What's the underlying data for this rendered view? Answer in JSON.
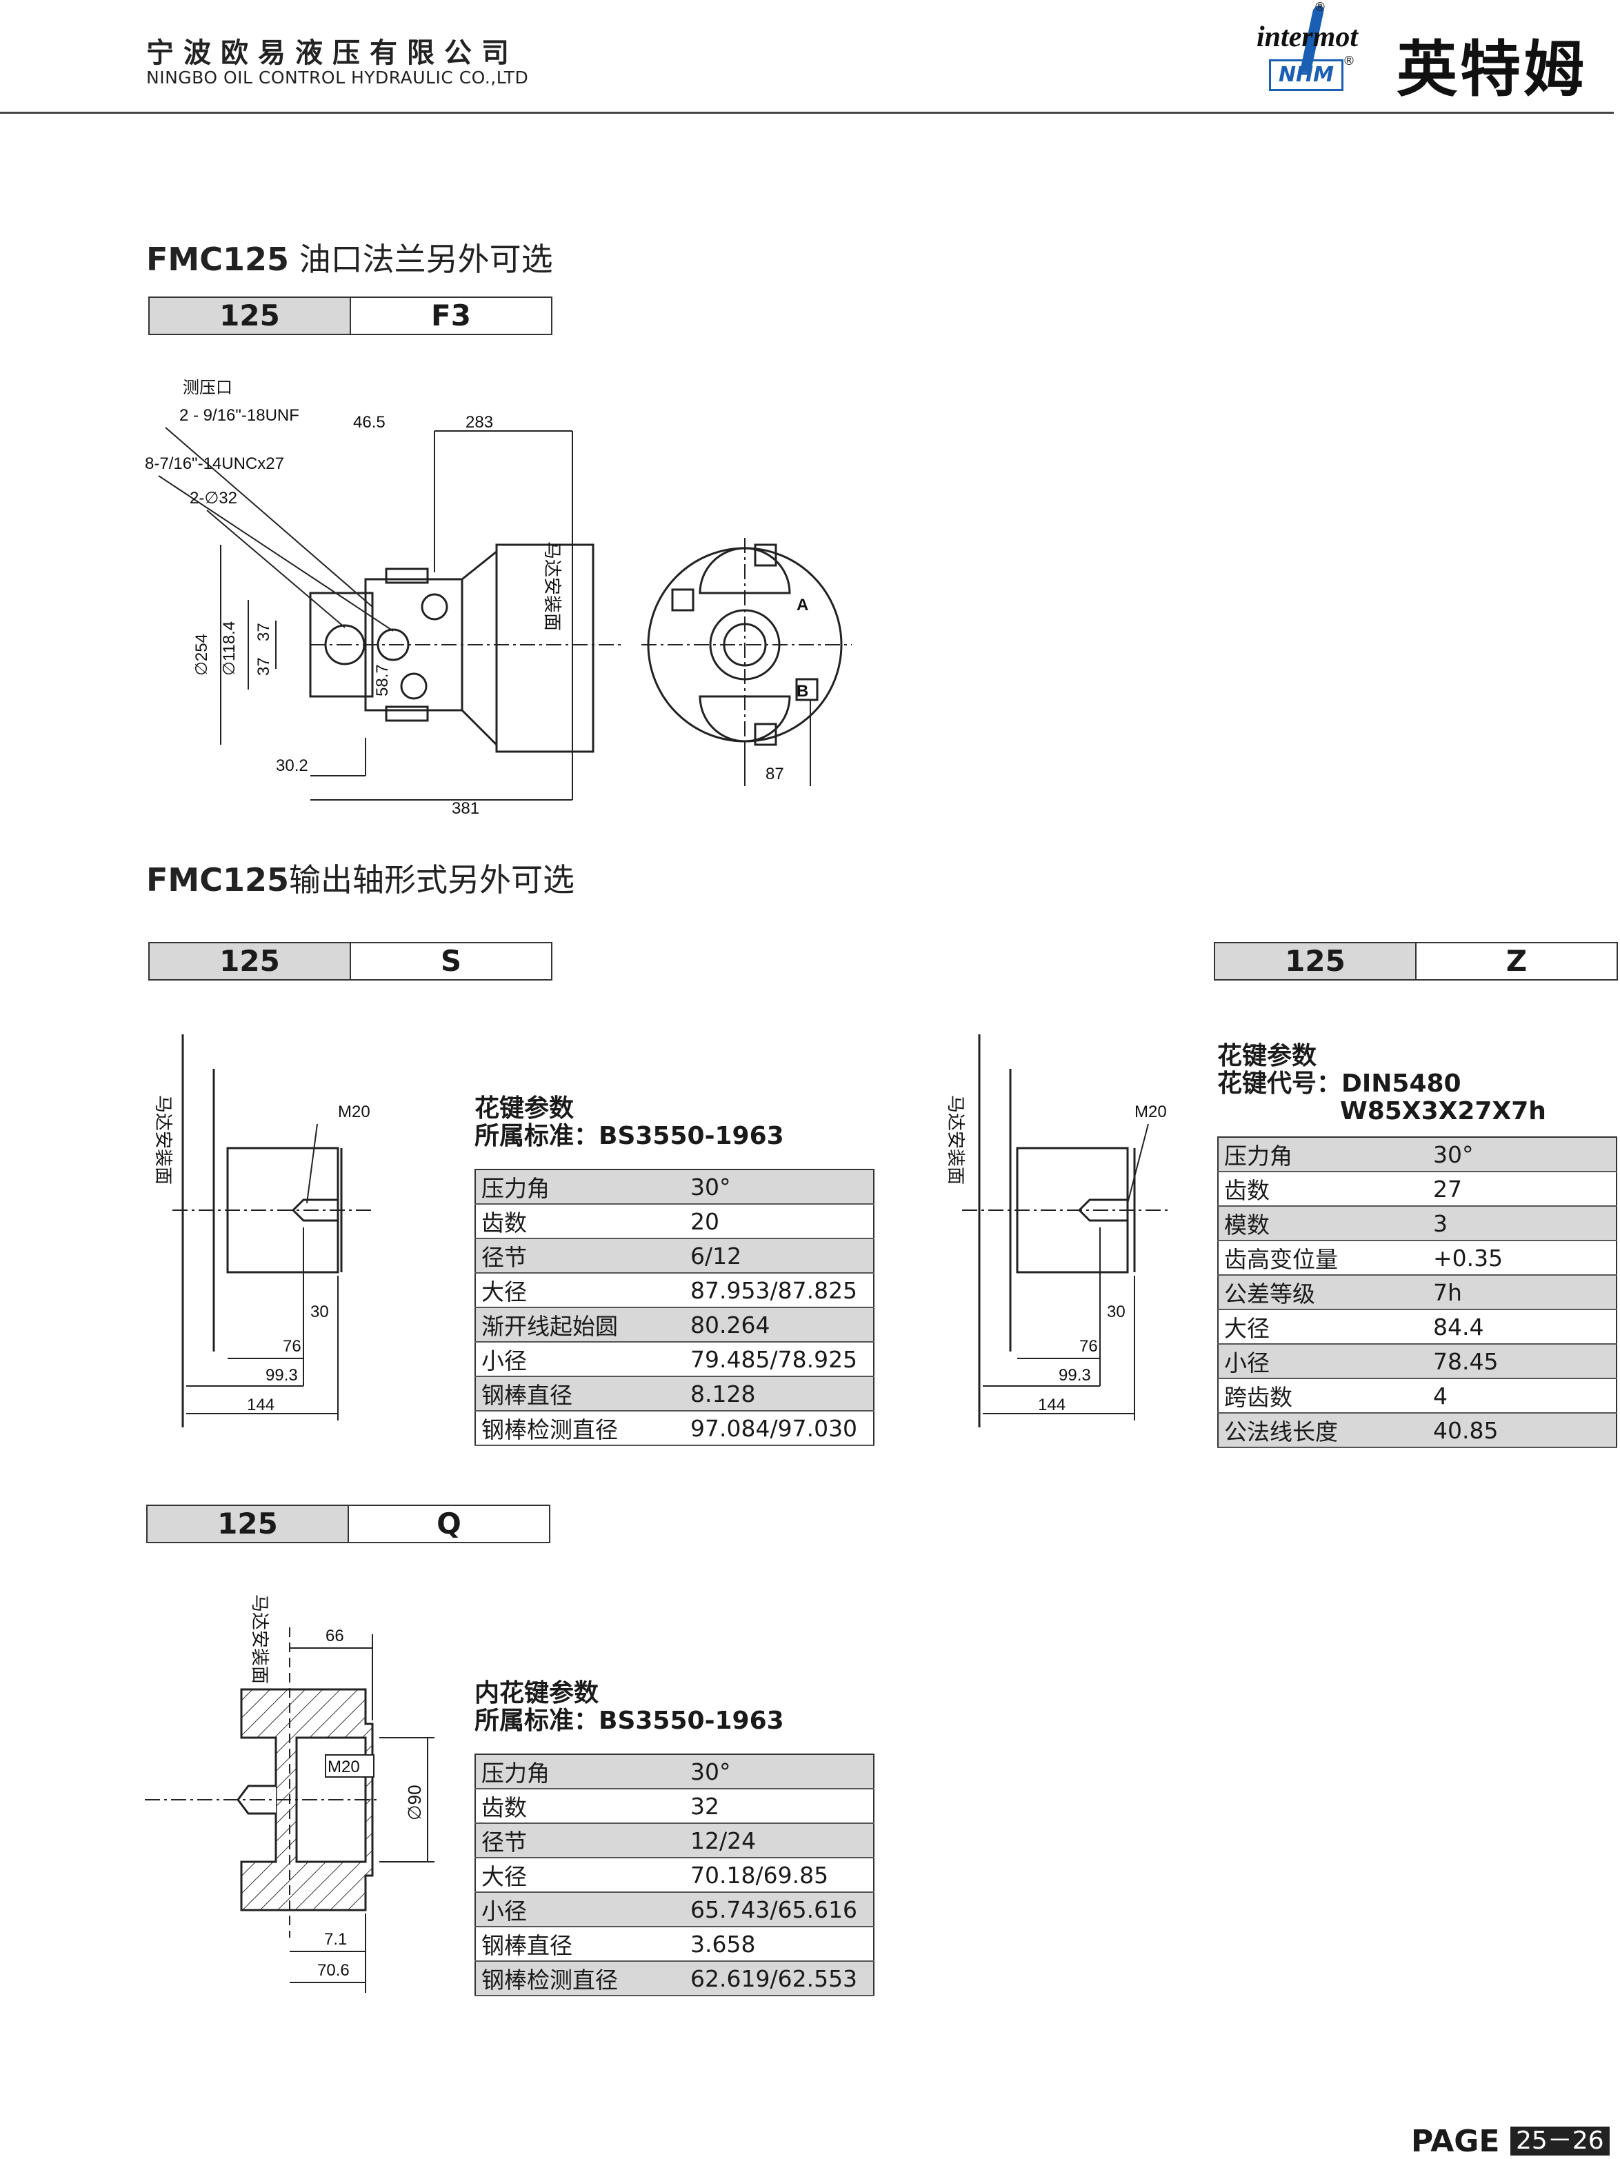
{
  "header": {
    "company_cn": "宁波欧易液压有限公司",
    "company_en": "NINGBO OIL CONTROL HYDRAULIC CO.,LTD",
    "logo_text": "intermot",
    "logo_sub": "NHM",
    "reg_mark": "®",
    "brand_cn": "英特姆"
  },
  "section1": {
    "title_model": "FMC125",
    "title_rest": " 油口法兰另外可选",
    "code": [
      "125",
      "F3"
    ],
    "drawing": {
      "label_pressure_port": "测压口",
      "label_pressure_thread": "2 - 9/16\"-18UNF",
      "label_bolt": "8-7/16\"-14UNCx27",
      "label_holes": "2-∅32",
      "dim_465": "46.5",
      "dim_283": "283",
      "dim_254": "∅254",
      "dim_1184": "∅118.4",
      "dim_37a": "37",
      "dim_37b": "37",
      "dim_587": "58.7",
      "dim_302": "30.2",
      "dim_381": "381",
      "dim_87": "87",
      "mount_face": "马达安装面",
      "port_a": "A",
      "port_b": "B"
    }
  },
  "section2": {
    "title_model": "FMC125",
    "title_rest": "输出轴形式另外可选",
    "s": {
      "code": [
        "125",
        "S"
      ],
      "drawing": {
        "mount_face": "马达安装面",
        "m20": "M20",
        "d30": "30",
        "d76": "76",
        "d993": "99.3",
        "d144": "144"
      },
      "head1": "花键参数",
      "head2": "所属标准：BS3550-1963",
      "rows": [
        [
          "压力角",
          "30°"
        ],
        [
          "齿数",
          "20"
        ],
        [
          "径节",
          "6/12"
        ],
        [
          "大径",
          "87.953/87.825"
        ],
        [
          "渐开线起始圆",
          "80.264"
        ],
        [
          "小径",
          "79.485/78.925"
        ],
        [
          "钢棒直径",
          "8.128"
        ],
        [
          "钢棒检测直径",
          "97.084/97.030"
        ]
      ]
    },
    "z": {
      "code": [
        "125",
        "Z"
      ],
      "drawing": {
        "mount_face": "马达安装面",
        "m20": "M20",
        "d30": "30",
        "d76": "76",
        "d993": "99.3",
        "d144": "144"
      },
      "head1": "花键参数",
      "head2": "花键代号：DIN5480",
      "head3": "W85X3X27X7h",
      "rows": [
        [
          "压力角",
          "30°"
        ],
        [
          "齿数",
          "27"
        ],
        [
          "模数",
          "3"
        ],
        [
          "齿高变位量",
          "+0.35"
        ],
        [
          "公差等级",
          "7h"
        ],
        [
          "大径",
          "84.4"
        ],
        [
          "小径",
          "78.45"
        ],
        [
          "跨齿数",
          "4"
        ],
        [
          "公法线长度",
          "40.85"
        ]
      ]
    }
  },
  "section3": {
    "code": [
      "125",
      "Q"
    ],
    "drawing": {
      "mount_face": "马达安装面",
      "m20": "M20",
      "d66": "66",
      "d90": "∅90",
      "d71": "7.1",
      "d706": "70.6"
    },
    "head1": "内花键参数",
    "head2": "所属标准：BS3550-1963",
    "rows": [
      [
        "压力角",
        "30°"
      ],
      [
        "齿数",
        "32"
      ],
      [
        "径节",
        "12/24"
      ],
      [
        "大径",
        "70.18/69.85"
      ],
      [
        "小径",
        "65.743/65.616"
      ],
      [
        "钢棒直径",
        "3.658"
      ],
      [
        "钢棒检测直径",
        "62.619/62.553"
      ]
    ]
  },
  "footer": {
    "page_label": "PAGE",
    "page_num": "25－26"
  }
}
